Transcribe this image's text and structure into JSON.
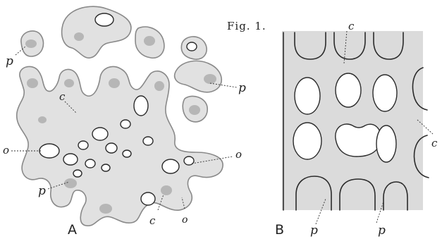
{
  "figure": {
    "caption": "Fig. 1.",
    "panel_a": {
      "letter": "A",
      "labels": {
        "p_top": "p",
        "p_right": "p",
        "c": "c",
        "o_left": "o",
        "o_right": "o",
        "p_bottom": "p",
        "c_bottom": "c",
        "o_bottom": "o"
      }
    },
    "panel_b": {
      "letter": "B",
      "labels": {
        "c_top": "c",
        "c_right": "c",
        "p_left": "p",
        "p_right": "p"
      }
    }
  }
}
